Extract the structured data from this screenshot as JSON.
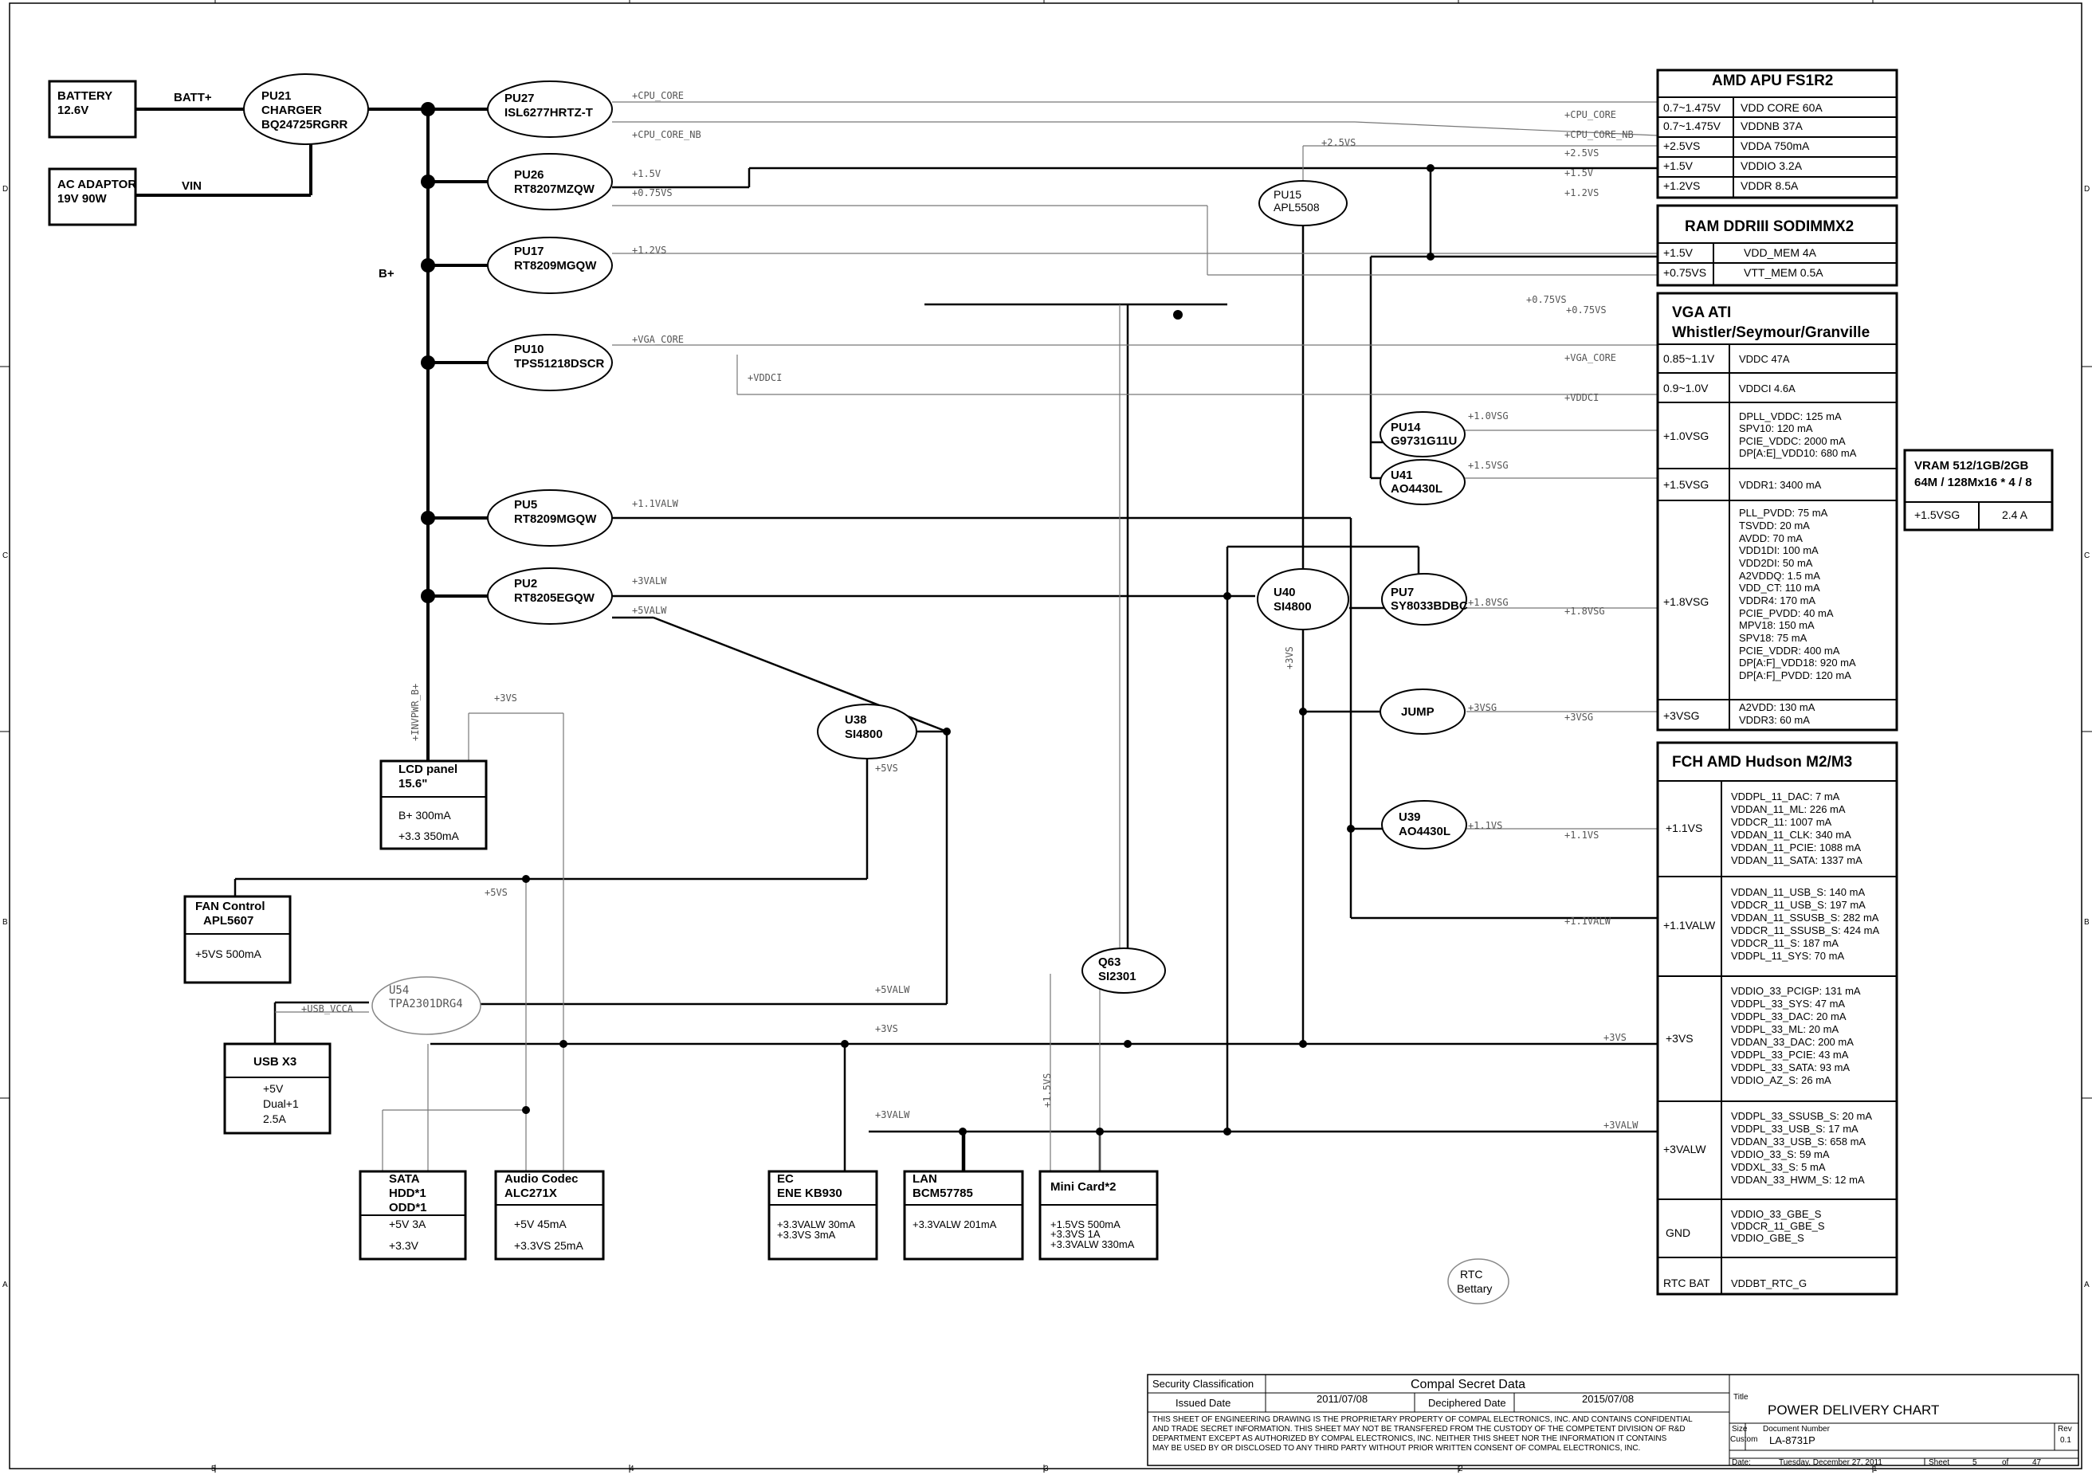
{
  "sources": {
    "battery": [
      "BATTERY",
      "12.6V"
    ],
    "adaptor": [
      "AC ADAPTOR",
      "19V 90W"
    ],
    "batt_plus": "BATT+",
    "vin": "VIN",
    "b_plus": "B+"
  },
  "regulators": {
    "pu21": [
      "PU21",
      "CHARGER",
      "BQ24725RGRR"
    ],
    "pu27": [
      "PU27",
      "ISL6277HRTZ-T"
    ],
    "pu26": [
      "PU26",
      "RT8207MZQW"
    ],
    "pu17": [
      "PU17",
      "RT8209MGQW"
    ],
    "pu10": [
      "PU10",
      "TPS51218DSCR"
    ],
    "pu5": [
      "PU5",
      "RT8209MGQW"
    ],
    "pu2": [
      "PU2",
      "RT8205EGQW"
    ],
    "pu15": [
      "PU15",
      "APL5508"
    ],
    "pu14": [
      "PU14",
      "G9731G11U"
    ],
    "u41": [
      "U41",
      "AO4430L"
    ],
    "u40": [
      "U40",
      "SI4800"
    ],
    "pu7": [
      "PU7",
      "SY8033BDBC"
    ],
    "jump": [
      "JUMP"
    ],
    "u39": [
      "U39",
      "AO4430L"
    ],
    "u38": [
      "U38",
      "SI4800"
    ],
    "q63": [
      "Q63",
      "SI2301"
    ],
    "u54": [
      "U54",
      "TPA2301DRG4"
    ],
    "rtc": [
      "RTC",
      "Bettary"
    ]
  },
  "nets": {
    "cpu_core": "+CPU_CORE",
    "cpu_core_nb": "+CPU_CORE_NB",
    "v1p5": "+1.5V",
    "v0p75vs": "+0.75VS",
    "v1p2vs": "+1.2VS",
    "v2p5vs": "+2.5VS",
    "vga_core": "+VGA_CORE",
    "vddci": "+VDDCI",
    "v1p1valw": "+1.1VALW",
    "v3valw": "+3VALW",
    "v5valw": "+5VALW",
    "v1p0vsg": "+1.0VSG",
    "v1p5vsg": "+1.5VSG",
    "v1p8vsg": "+1.8VSG",
    "v3vsg": "+3VSG",
    "v1p1vs": "+1.1VS",
    "v3vs": "+3VS",
    "v5vs": "+5VS",
    "invpwr": "+INVPWR_B+",
    "usb_vcca": "+USB_VCCA",
    "v1p5vs": "+1.5VS"
  },
  "apu": {
    "title": "AMD APU FS1R2",
    "rows": [
      [
        "0.7~1.475V",
        "VDD CORE 60A"
      ],
      [
        "0.7~1.475V",
        "VDDNB 37A"
      ],
      [
        "+2.5VS",
        "VDDA 750mA"
      ],
      [
        "+1.5V",
        "VDDIO 3.2A"
      ],
      [
        "+1.2VS",
        "VDDR 8.5A"
      ]
    ]
  },
  "ram": {
    "title": "RAM DDRIII SODIMMX2",
    "rows": [
      [
        "+1.5V",
        "VDD_MEM 4A"
      ],
      [
        "+0.75VS",
        "VTT_MEM 0.5A"
      ]
    ]
  },
  "vga": {
    "title": [
      "VGA ATI",
      "Whistler/Seymour/Granville"
    ],
    "rows": [
      {
        "v": "0.85~1.1V",
        "d": [
          "VDDC 47A"
        ]
      },
      {
        "v": "0.9~1.0V",
        "d": [
          "VDDCI 4.6A"
        ]
      },
      {
        "v": "+1.0VSG",
        "d": [
          "DPLL_VDDC: 125 mA",
          "SPV10: 120 mA",
          "PCIE_VDDC: 2000 mA",
          "DP[A:E]_VDD10: 680 mA"
        ]
      },
      {
        "v": "+1.5VSG",
        "d": [
          "VDDR1: 3400 mA"
        ]
      },
      {
        "v": "+1.8VSG",
        "d": [
          "PLL_PVDD: 75 mA",
          "TSVDD: 20 mA",
          "AVDD: 70 mA",
          "VDD1DI: 100 mA",
          "VDD2DI: 50 mA",
          "A2VDDQ: 1.5 mA",
          "VDD_CT: 110 mA",
          "VDDR4: 170 mA",
          "PCIE_PVDD: 40 mA",
          "MPV18: 150 mA",
          "SPV18: 75 mA",
          "PCIE_VDDR: 400 mA",
          "DP[A:F]_VDD18: 920 mA",
          "DP[A:F]_PVDD: 120 mA"
        ]
      },
      {
        "v": "+3VSG",
        "d": [
          "A2VDD: 130 mA",
          "VDDR3: 60 mA"
        ]
      }
    ]
  },
  "vram": {
    "title": [
      "VRAM 512/1GB/2GB",
      "64M / 128Mx16 * 4 / 8"
    ],
    "v": "+1.5VSG",
    "i": "2.4 A"
  },
  "fch": {
    "title": "FCH AMD Hudson M2/M3",
    "rows": [
      {
        "v": "+1.1VS",
        "d": [
          "VDDPL_11_DAC: 7 mA",
          "VDDAN_11_ML: 226 mA",
          "VDDCR_11: 1007 mA",
          "VDDAN_11_CLK: 340 mA",
          "VDDAN_11_PCIE: 1088 mA",
          "VDDAN_11_SATA: 1337 mA"
        ]
      },
      {
        "v": "+1.1VALW",
        "d": [
          "VDDAN_11_USB_S: 140 mA",
          "VDDCR_11_USB_S: 197 mA",
          "VDDAN_11_SSUSB_S: 282 mA",
          "VDDCR_11_SSUSB_S: 424 mA",
          "VDDCR_11_S: 187 mA",
          "VDDPL_11_SYS: 70 mA"
        ]
      },
      {
        "v": "+3VS",
        "d": [
          "VDDIO_33_PCIGP: 131 mA",
          "VDDPL_33_SYS: 47 mA",
          "VDDPL_33_DAC: 20 mA",
          "VDDPL_33_ML: 20 mA",
          "VDDAN_33_DAC: 200 mA",
          "VDDPL_33_PCIE: 43 mA",
          "VDDPL_33_SATA: 93 mA",
          "VDDIO_AZ_S: 26 mA"
        ]
      },
      {
        "v": "+3VALW",
        "d": [
          "VDDPL_33_SSUSB_S: 20 mA",
          "VDDPL_33_USB_S: 17 mA",
          "VDDAN_33_USB_S: 658 mA",
          "VDDIO_33_S: 59 mA",
          "VDDXL_33_S: 5 mA",
          "VDDAN_33_HWM_S: 12 mA"
        ]
      },
      {
        "v": "GND",
        "d": [
          "VDDIO_33_GBE_S",
          "VDDCR_11_GBE_S",
          "VDDIO_GBE_S"
        ]
      },
      {
        "v": "RTC BAT",
        "d": [
          "VDDBT_RTC_G"
        ]
      }
    ]
  },
  "loads": {
    "lcd": {
      "title": [
        "LCD panel",
        "15.6\""
      ],
      "d": [
        "B+ 300mA",
        "+3.3 350mA"
      ]
    },
    "fan": {
      "title": [
        "FAN Control",
        "APL5607"
      ],
      "d": [
        "+5VS 500mA"
      ]
    },
    "usb": {
      "title": [
        "USB X3"
      ],
      "d": [
        "+5V",
        "Dual+1",
        "2.5A"
      ]
    },
    "sata": {
      "title": [
        "SATA",
        "HDD*1",
        "ODD*1"
      ],
      "d": [
        "+5V 3A",
        "+3.3V"
      ]
    },
    "audio": {
      "title": [
        "Audio Codec",
        "ALC271X"
      ],
      "d": [
        "+5V 45mA",
        "+3.3VS 25mA"
      ]
    },
    "ec": {
      "title": [
        "EC",
        "ENE KB930"
      ],
      "d": [
        "+3.3VALW 30mA",
        "+3.3VS 3mA"
      ]
    },
    "lan": {
      "title": [
        "LAN",
        "BCM57785"
      ],
      "d": [
        "+3.3VALW 201mA"
      ]
    },
    "mini": {
      "title": [
        "Mini Card*2"
      ],
      "d": [
        "+1.5VS 500mA",
        "+3.3VS 1A",
        "+3.3VALW 330mA"
      ]
    }
  },
  "titleblock": {
    "sec_label": "Security Classification",
    "sec_value": "Compal Secret Data",
    "issued_label": "Issued Date",
    "issued_value": "2011/07/08",
    "declass_label": "Deciphered Date",
    "declass_value": "2015/07/08",
    "notice": [
      "THIS SHEET OF ENGINEERING DRAWING IS THE PROPRIETARY PROPERTY OF COMPAL ELECTRONICS, INC. AND CONTAINS CONFIDENTIAL",
      "AND TRADE SECRET INFORMATION. THIS SHEET MAY NOT BE TRANSFERED FROM THE CUSTODY OF THE COMPETENT DIVISION OF R&D",
      "DEPARTMENT EXCEPT AS AUTHORIZED BY COMPAL ELECTRONICS, INC. NEITHER THIS SHEET NOR THE INFORMATION IT CONTAINS",
      "MAY BE USED BY OR DISCLOSED TO ANY THIRD PARTY WITHOUT PRIOR WRITTEN CONSENT OF COMPAL ELECTRONICS, INC."
    ],
    "title_label": "Title",
    "title": "POWER DELIVERY CHART",
    "size_label": "Size",
    "custom_label": "Custom",
    "docnum_label": "Document Number",
    "docnum": "LA-8731P",
    "rev_label": "Rev",
    "rev": "0.1",
    "date_label": "Date:",
    "date": "Tuesday, December 27, 2011",
    "sheet_label": "Sheet",
    "sheet": "5",
    "of_label": "of",
    "total": "47"
  },
  "border": {
    "cols": [
      "5",
      "4",
      "3",
      "2",
      "1"
    ],
    "rows": [
      "D",
      "C",
      "B",
      "A"
    ]
  }
}
